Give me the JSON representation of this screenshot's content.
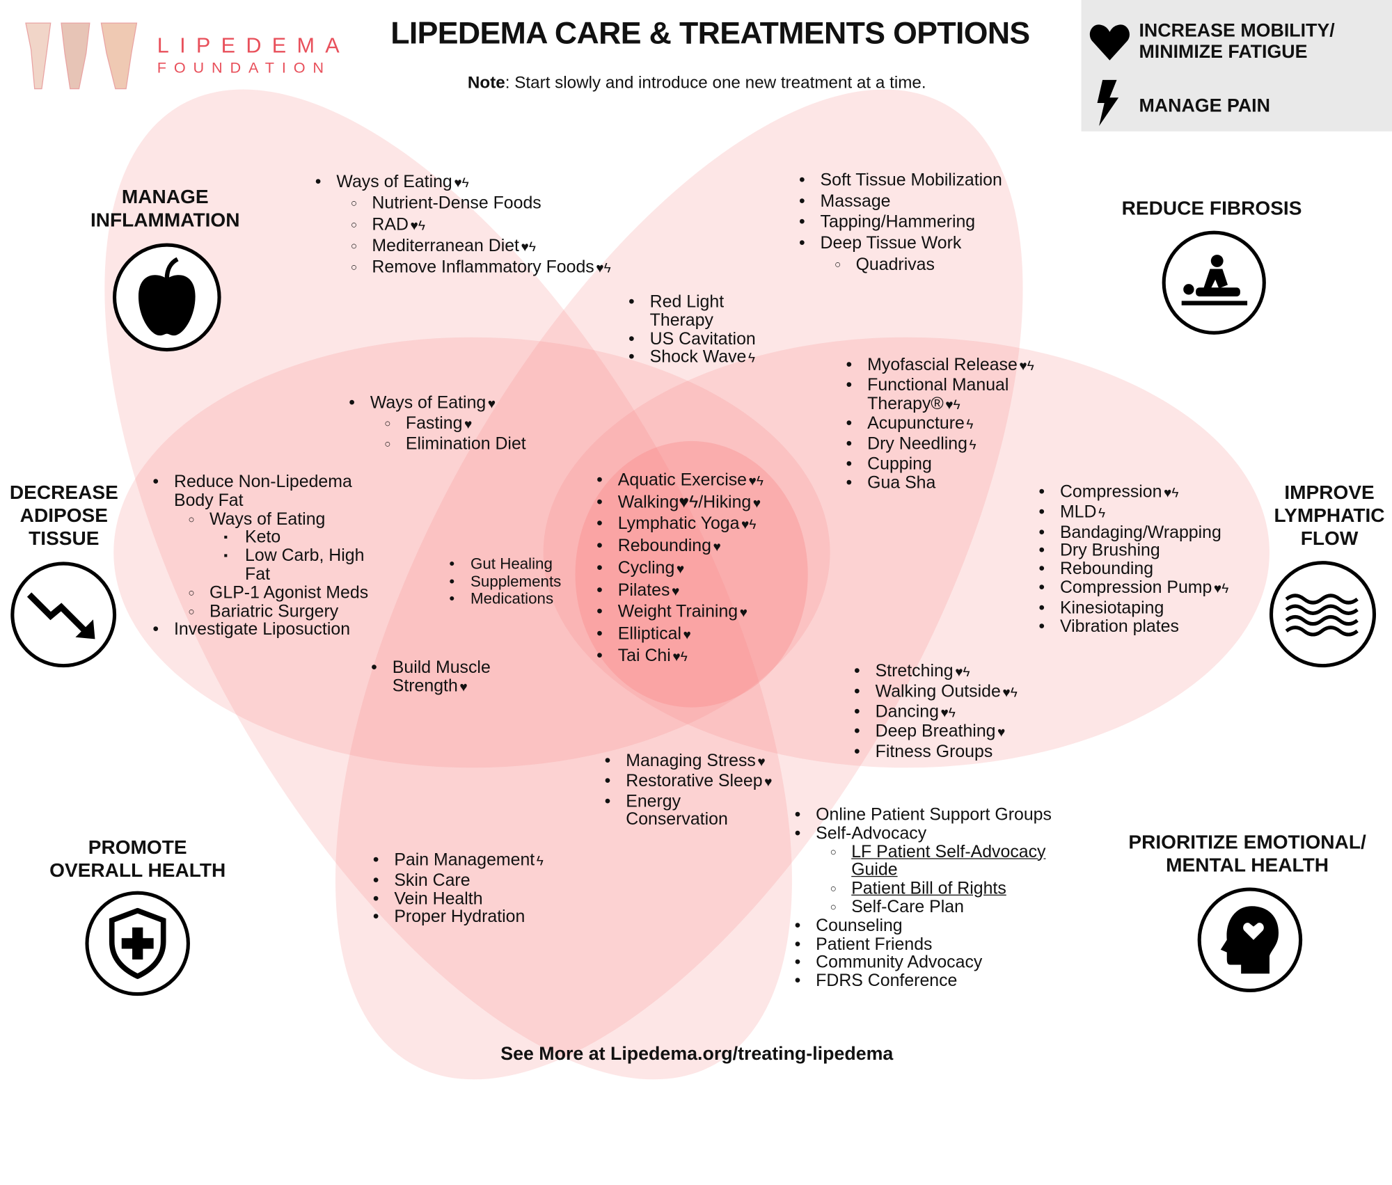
{
  "header": {
    "title": "LIPEDEMA CARE & TREATMENTS OPTIONS",
    "note_label": "Note",
    "note_text": ": Start slowly and introduce one new treatment at a time.",
    "logo_line1": "LIPEDEMA",
    "logo_line2": "FOUNDATION"
  },
  "legend": {
    "heart_label": "INCREASE MOBILITY/ MINIMIZE FATIGUE",
    "bolt_label": "MANAGE PAIN"
  },
  "categories": {
    "inflammation": "MANAGE INFLAMMATION",
    "fibrosis": "REDUCE FIBROSIS",
    "adipose": "DECREASE ADIPOSE TISSUE",
    "lymphatic": "IMPROVE LYMPHATIC FLOW",
    "overall": "PROMOTE OVERALL HEALTH",
    "emotional": "PRIORITIZE EMOTIONAL/ MENTAL HEALTH"
  },
  "markers": {
    "heart": "♥",
    "bolt": "ϟ"
  },
  "blocks": [
    {
      "items": [
        {
          "t": "Ways of Eating",
          "m": "♥ϟ",
          "l": 0
        },
        {
          "t": "Nutrient-Dense Foods",
          "m": "",
          "l": 1
        },
        {
          "t": "RAD",
          "m": "♥ϟ",
          "l": 1
        },
        {
          "t": "Mediterranean Diet",
          "m": "♥ϟ",
          "l": 1
        },
        {
          "t": "Remove Inflammatory Foods",
          "m": "♥ϟ",
          "l": 1
        }
      ]
    },
    {
      "items": [
        {
          "t": "Soft Tissue Mobilization",
          "m": "",
          "l": 0
        },
        {
          "t": "Massage",
          "m": "",
          "l": 0
        },
        {
          "t": "Tapping/Hammering",
          "m": "",
          "l": 0
        },
        {
          "t": "Deep Tissue Work",
          "m": "",
          "l": 0
        },
        {
          "t": "Quadrivas",
          "m": "",
          "l": 1
        }
      ]
    },
    {
      "items": [
        {
          "t": "Red Light Therapy",
          "m": "",
          "l": 0
        },
        {
          "t": "US Cavitation",
          "m": "",
          "l": 0
        },
        {
          "t": "Shock Wave",
          "m": "ϟ",
          "l": 0
        }
      ]
    },
    {
      "items": [
        {
          "t": "Myofascial Release",
          "m": "♥ϟ",
          "l": 0
        },
        {
          "t": "Functional Manual Therapy®",
          "m": "♥ϟ",
          "l": 0
        },
        {
          "t": "Acupuncture",
          "m": "ϟ",
          "l": 0
        },
        {
          "t": "Dry Needling",
          "m": "ϟ",
          "l": 0
        },
        {
          "t": "Cupping",
          "m": "",
          "l": 0
        },
        {
          "t": "Gua Sha",
          "m": "",
          "l": 0
        }
      ]
    },
    {
      "items": [
        {
          "t": "Ways of Eating",
          "m": "♥",
          "l": 0
        },
        {
          "t": "Fasting",
          "m": "♥",
          "l": 1
        },
        {
          "t": "Elimination Diet",
          "m": "",
          "l": 1
        }
      ]
    },
    {
      "items": [
        {
          "t": "Reduce Non-Lipedema Body Fat",
          "m": "",
          "l": 0
        },
        {
          "t": "Ways of Eating",
          "m": "",
          "l": 1
        },
        {
          "t": "Keto",
          "m": "",
          "l": 2
        },
        {
          "t": "Low Carb, High Fat",
          "m": "",
          "l": 2
        },
        {
          "t": "GLP-1 Agonist Meds",
          "m": "",
          "l": 1
        },
        {
          "t": "Bariatric Surgery",
          "m": "",
          "l": 1
        },
        {
          "t": "Investigate Liposuction",
          "m": "",
          "l": 0
        }
      ]
    },
    {
      "items": [
        {
          "t": "Gut Healing",
          "m": "",
          "l": 0
        },
        {
          "t": "Supplements",
          "m": "",
          "l": 0
        },
        {
          "t": "Medications",
          "m": "",
          "l": 0
        }
      ]
    },
    {
      "items": [
        {
          "t": "Aquatic Exercise",
          "m": "♥ϟ",
          "l": 0
        },
        {
          "t": "Walking♥ϟ/Hiking",
          "m": "♥",
          "l": 0
        },
        {
          "t": "Lymphatic Yoga",
          "m": "♥ϟ",
          "l": 0
        },
        {
          "t": "Rebounding",
          "m": "♥",
          "l": 0
        },
        {
          "t": "Cycling",
          "m": "♥",
          "l": 0
        },
        {
          "t": "Pilates",
          "m": "♥",
          "l": 0
        },
        {
          "t": "Weight Training",
          "m": "♥",
          "l": 0
        },
        {
          "t": "Elliptical",
          "m": "♥",
          "l": 0
        },
        {
          "t": "Tai Chi",
          "m": "♥ϟ",
          "l": 0
        }
      ]
    },
    {
      "items": [
        {
          "t": "Compression",
          "m": "♥ϟ",
          "l": 0
        },
        {
          "t": "MLD",
          "m": "ϟ",
          "l": 0
        },
        {
          "t": "Bandaging/Wrapping",
          "m": "",
          "l": 0
        },
        {
          "t": "Dry Brushing",
          "m": "",
          "l": 0
        },
        {
          "t": "Rebounding",
          "m": "",
          "l": 0
        },
        {
          "t": "Compression Pump",
          "m": "♥ϟ",
          "l": 0
        },
        {
          "t": "Kinesiotaping",
          "m": "",
          "l": 0
        },
        {
          "t": "Vibration plates",
          "m": "",
          "l": 0
        }
      ]
    },
    {
      "items": [
        {
          "t": "Build Muscle Strength",
          "m": "♥",
          "l": 0
        }
      ]
    },
    {
      "items": [
        {
          "t": "Stretching",
          "m": "♥ϟ",
          "l": 0
        },
        {
          "t": "Walking Outside",
          "m": "♥ϟ",
          "l": 0
        },
        {
          "t": "Dancing",
          "m": "♥ϟ",
          "l": 0
        },
        {
          "t": "Deep Breathing",
          "m": "♥",
          "l": 0
        },
        {
          "t": "Fitness Groups",
          "m": "",
          "l": 0
        }
      ]
    },
    {
      "items": [
        {
          "t": "Managing Stress",
          "m": "♥",
          "l": 0
        },
        {
          "t": "Restorative Sleep",
          "m": "♥",
          "l": 0
        },
        {
          "t": "Energy Conservation",
          "m": "",
          "l": 0
        }
      ]
    },
    {
      "items": [
        {
          "t": "Pain Management",
          "m": "ϟ",
          "l": 0
        },
        {
          "t": "Skin Care",
          "m": "",
          "l": 0
        },
        {
          "t": "Vein Health",
          "m": "",
          "l": 0
        },
        {
          "t": "Proper Hydration",
          "m": "",
          "l": 0
        }
      ]
    },
    {
      "items": [
        {
          "t": "Online Patient Support Groups",
          "m": "",
          "l": 0
        },
        {
          "t": "Self-Advocacy",
          "m": "",
          "l": 0
        },
        {
          "t": "LF Patient Self-Advocacy Guide",
          "m": "",
          "l": 1,
          "link": true
        },
        {
          "t": "Patient Bill of Rights",
          "m": "",
          "l": 1,
          "link": true
        },
        {
          "t": "Self-Care Plan",
          "m": "",
          "l": 1
        },
        {
          "t": "Counseling",
          "m": "",
          "l": 0
        },
        {
          "t": "Patient Friends",
          "m": "",
          "l": 0
        },
        {
          "t": "Community Advocacy",
          "m": "",
          "l": 0
        },
        {
          "t": "FDRS Conference",
          "m": "",
          "l": 0
        }
      ]
    }
  ],
  "footer": "See More at Lipedema.org/treating-lipedema"
}
